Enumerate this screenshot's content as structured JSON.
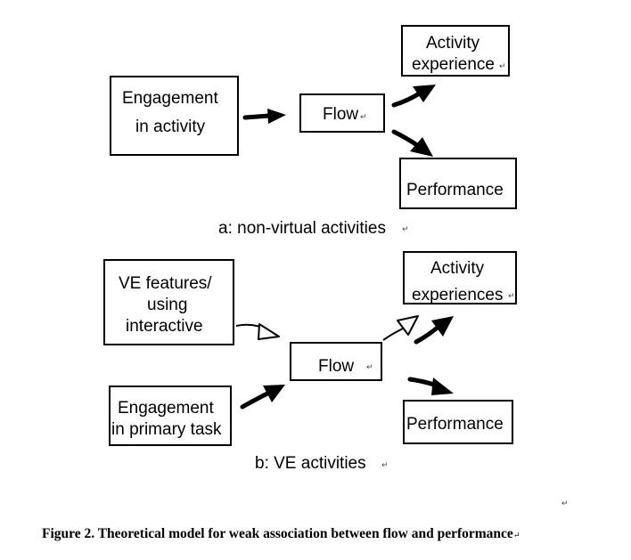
{
  "diagram_a": {
    "engagement": [
      "Engagement",
      "in activity"
    ],
    "flow": "Flow",
    "activity_experience": [
      "Activity",
      "experience"
    ],
    "performance": "Performance",
    "caption": "a: non-virtual activities"
  },
  "diagram_b": {
    "ve_features": [
      "VE features/",
      "using",
      "interactive"
    ],
    "engagement": [
      "Engagement",
      "in primary task"
    ],
    "flow": "Flow",
    "activity_experiences": [
      "Activity",
      "experiences"
    ],
    "performance": "Performance",
    "caption": "b: VE activities"
  },
  "figure_caption": "Figure 2. Theoretical model for weak association between flow and performance",
  "paragraph_mark": "↵"
}
